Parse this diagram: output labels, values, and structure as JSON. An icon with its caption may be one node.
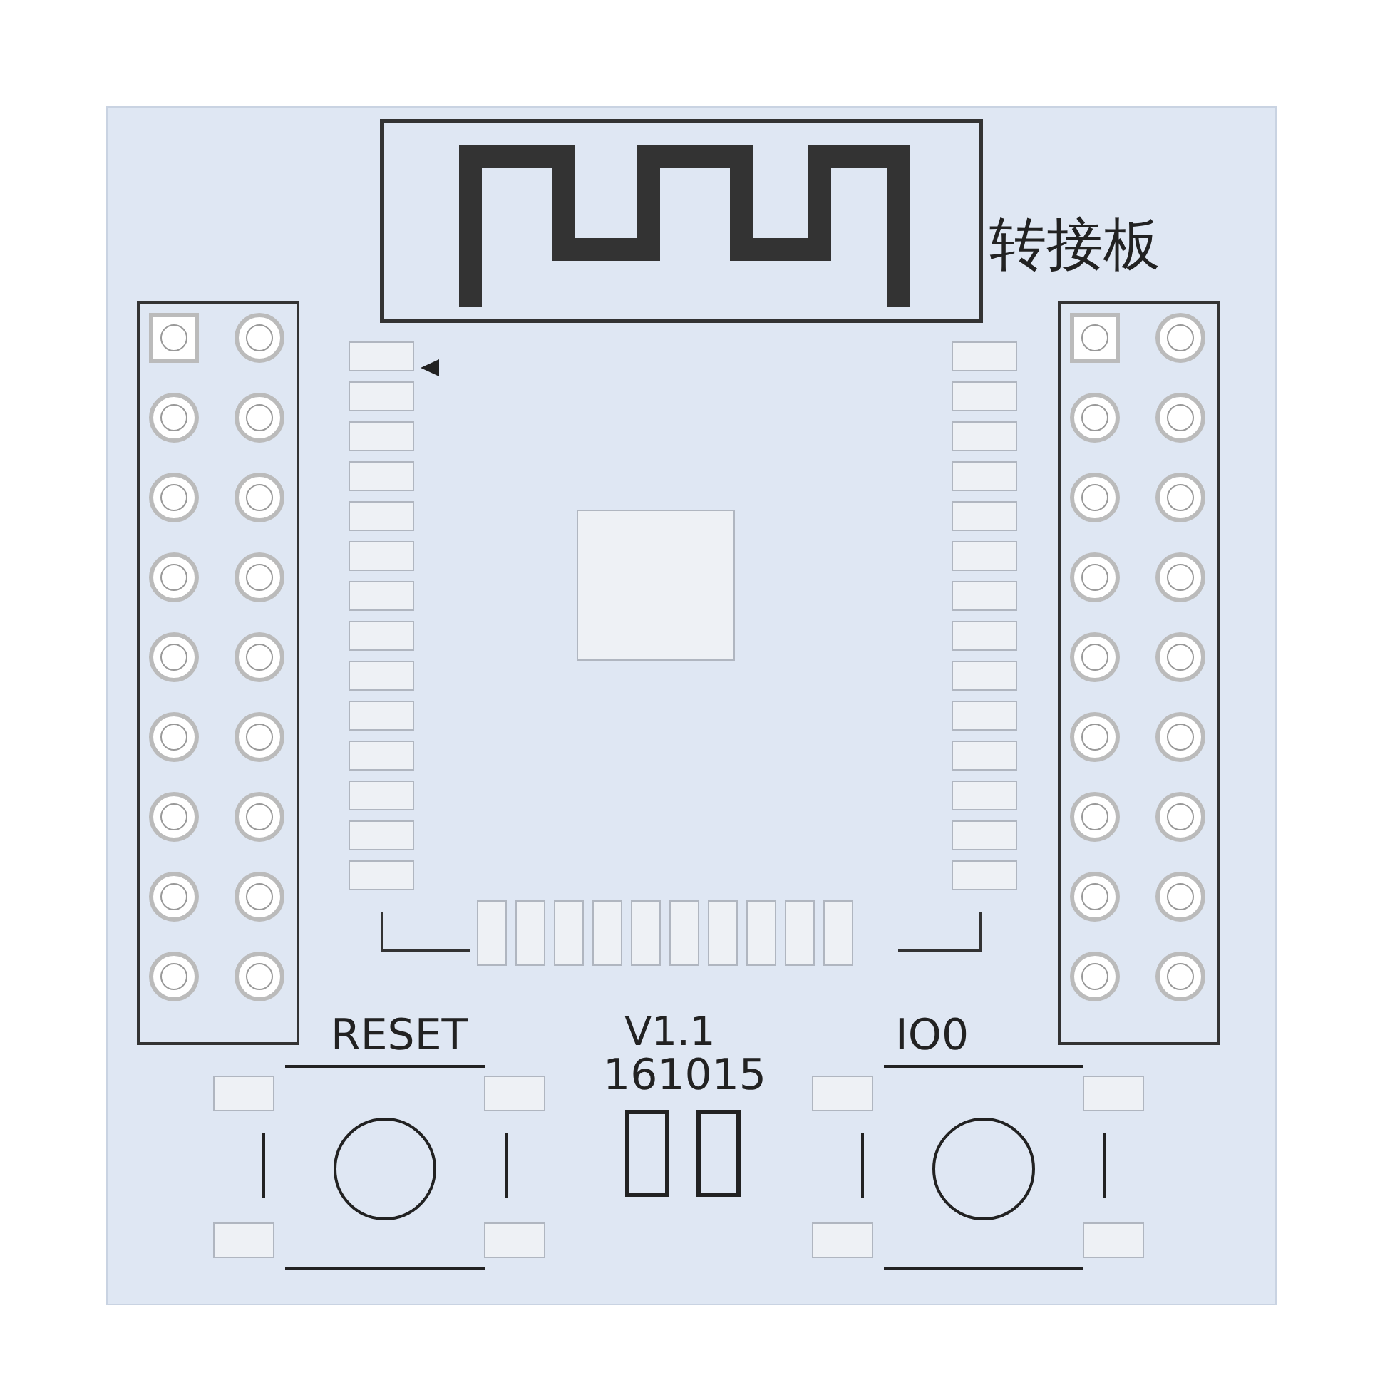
{
  "diagram": {
    "labels": [
      "转接板",
      "RESET",
      "IO0",
      "V1.1",
      "161015"
    ]
  }
}
